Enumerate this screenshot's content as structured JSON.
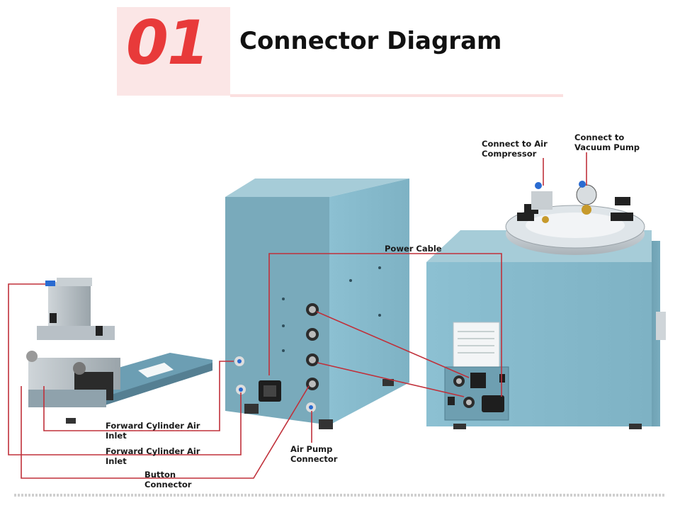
{
  "header": {
    "number": "01",
    "title": "Connector Diagram"
  },
  "labels": {
    "air_compressor": "Connect to Air\nCompressor",
    "vacuum_pump": "Connect to\nVacuum Pump",
    "power_cable": "Power Cable",
    "forward_inlet_1": "Forward Cylinder Air\nInlet",
    "forward_inlet_2": "Forward Cylinder Air\nInlet",
    "button_connector": "Button\nConnector",
    "air_pump_connector": "Air Pump\nConnector"
  },
  "colors": {
    "accent": "#e83a3a",
    "leader_line": "#c0303a",
    "machine_body": "#7fb3c4"
  }
}
